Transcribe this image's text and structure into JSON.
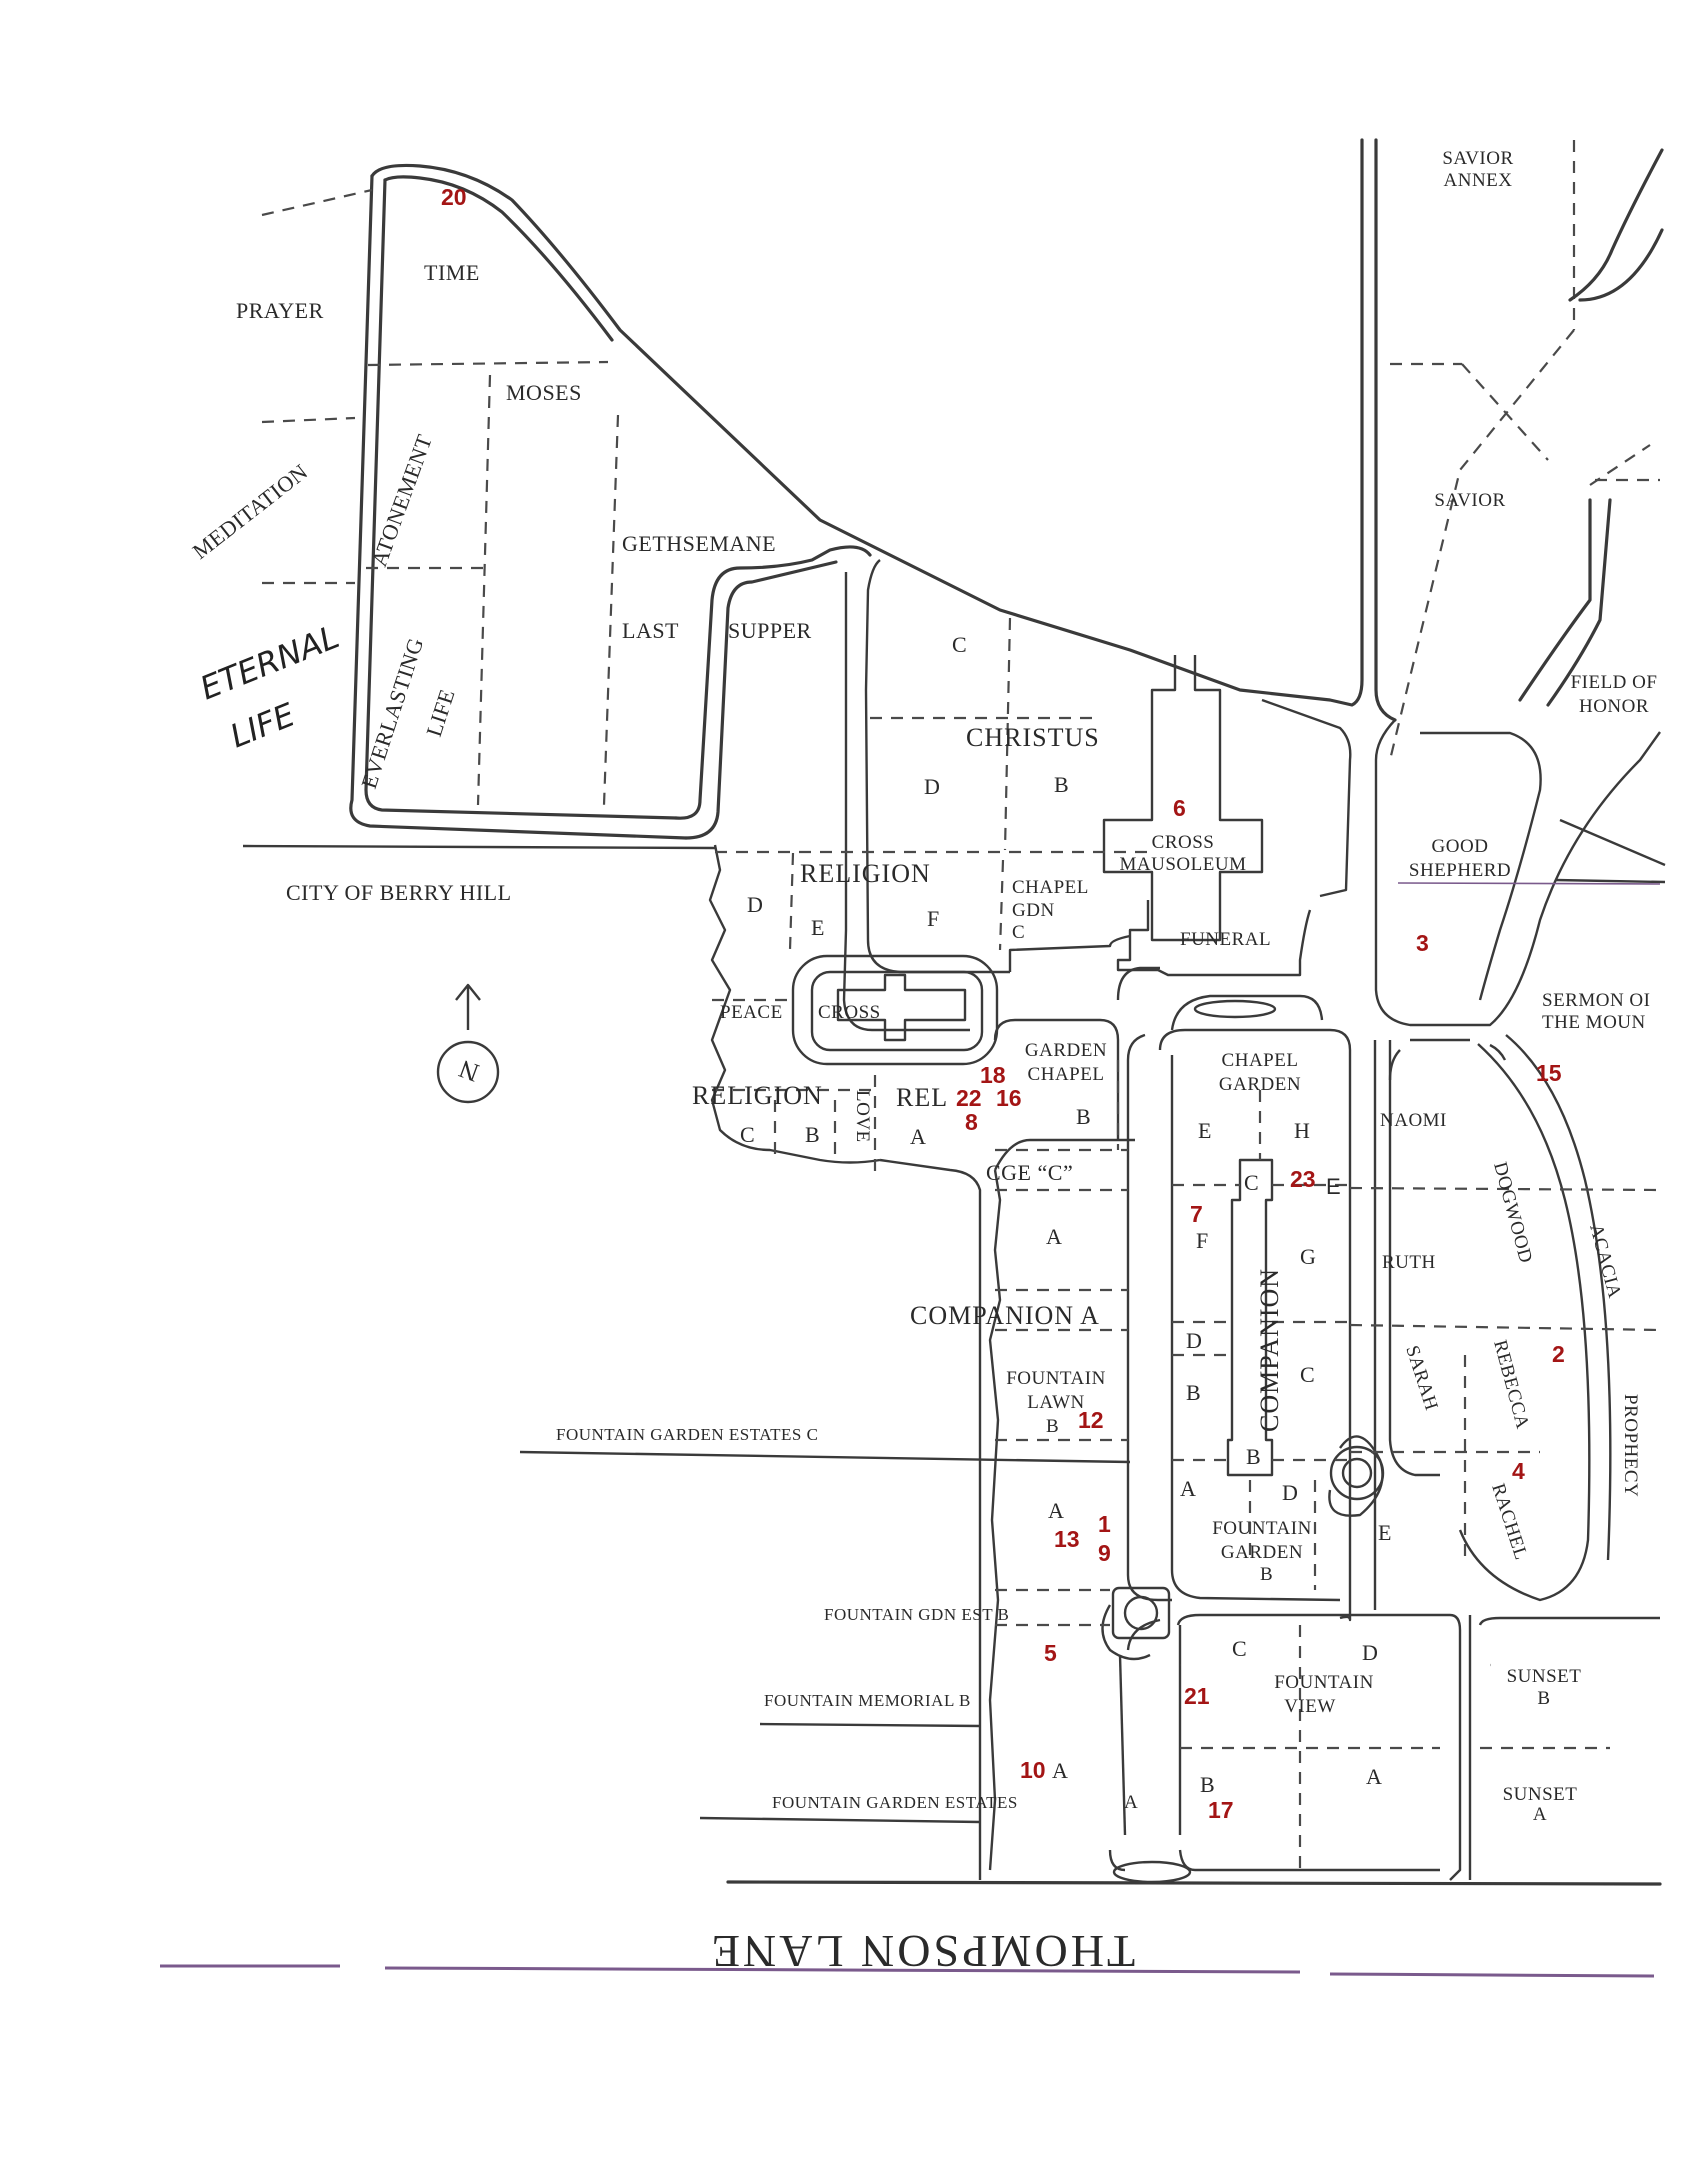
{
  "map": {
    "street_name": "THOMPSON LANE",
    "north_arrow_letter": "N",
    "city": "CITY OF BERRY HILL",
    "handwritten_section": [
      "ETERNAL",
      "LIFE"
    ],
    "sections": {
      "prayer": "PRAYER",
      "time": "TIME",
      "meditation": "MEDITATION",
      "atonement": "ATONEMENT",
      "moses": "MOSES",
      "gethsemane": "GETHSEMANE",
      "everlasting": "EVERLASTING",
      "everlasting_life": "LIFE",
      "last": "LAST",
      "supper": "SUPPER",
      "savior_annex_1": "SAVIOR",
      "savior_annex_2": "ANNEX",
      "savior": "SAVIOR",
      "field_of_honor_1": "FIELD OF",
      "field_of_honor_2": "HONOR",
      "christus": "CHRISTUS",
      "christus_c": "C",
      "christus_d": "D",
      "christus_b": "B",
      "cross_mausoleum_1": "CROSS",
      "cross_mausoleum_2": "MAUSOLEUM",
      "good_shepherd_1": "GOOD",
      "good_shepherd_2": "SHEPHERD",
      "religion_top": "RELIGION",
      "religion_d": "D",
      "religion_e": "E",
      "religion_f": "F",
      "chapel_gdn_1": "CHAPEL",
      "chapel_gdn_2": "GDN",
      "chapel_gdn_3": "C",
      "funeral": "FUNERAL",
      "peace": "PEACE",
      "cross": "CROSS",
      "sermon_1": "SERMON OI",
      "sermon_2": "THE MOUN",
      "garden_chapel_1": "GARDEN",
      "garden_chapel_2": "CHAPEL",
      "garden_chapel_b": "B",
      "chapel_garden_1": "CHAPEL",
      "chapel_garden_2": "GARDEN",
      "religion_bottom": "RELIGION",
      "religion_c": "C",
      "religion_b": "B",
      "love": "LOVE",
      "rel": "REL",
      "rel_a": "A",
      "naomi": "NAOMI",
      "dogwood": "DOGWOOD",
      "acacia": "ACACIA",
      "cge_c": "CGE “C”",
      "chapel_garden_e": "E",
      "chapel_garden_h": "H",
      "companion_c": "C",
      "companion_e_letter": "E",
      "companion_f": "F",
      "companion_g": "G",
      "cge_a": "A",
      "ruth": "RUTH",
      "companion_a": "COMPANION A",
      "companion": "COMPANION",
      "companion_d": "D",
      "companion_b": "B",
      "companion_c2": "C",
      "sarah": "SARAH",
      "rebecca": "REBECCA",
      "prophecy": "PROPHECY",
      "fountain_lawn_1": "FOUNTAIN",
      "fountain_lawn_2": "LAWN",
      "fountain_lawn_b": "B",
      "fge_c": "FOUNTAIN GARDEN ESTATES   C",
      "companion_bottom_b": "B",
      "fountain_garden_a": "A",
      "fountain_garden_d": "D",
      "fountain_garden_1": "FOUNTAIN",
      "fountain_garden_2": "GARDEN",
      "fountain_garden_b": "B",
      "rachel": "RACHEL",
      "fountain_garden_e": "E",
      "fountain_lawn_a": "A",
      "fountain_gdn_est_b": "FOUNTAIN GDN EST   B",
      "fountain_view_c": "C",
      "fountain_view_d": "D",
      "fountain_view_1": "FOUNTAIN",
      "fountain_view_2": "VIEW",
      "sunset_b_1": "SUNSET",
      "sunset_b_2": "B",
      "fountain_memorial_b": "FOUNTAIN MEMORIAL   B",
      "fge_a_letter": "A",
      "fountain_view_b": "B",
      "fountain_view_a": "A",
      "sunset_a_1": "SUNSET",
      "sunset_a_2": "A",
      "fge_a": "FOUNTAIN GARDEN ESTATES",
      "fge_a_end": "A"
    },
    "markers": [
      "20",
      "6",
      "3",
      "15",
      "18",
      "22",
      "16",
      "8",
      "23",
      "7",
      "2",
      "12",
      "4",
      "1",
      "13",
      "9",
      "5",
      "21",
      "10",
      "17"
    ],
    "colors": {
      "marker": "#a31515",
      "line": "#3a3a3a",
      "purple_rule": "#7a5a8c"
    }
  }
}
